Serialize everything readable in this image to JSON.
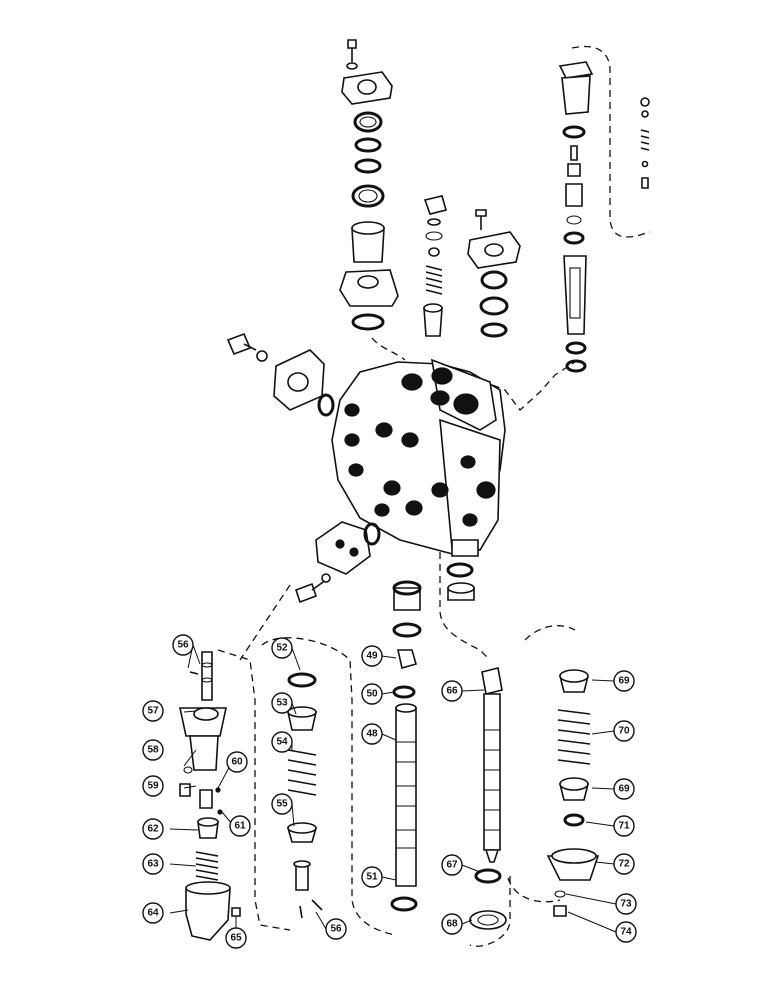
{
  "callouts": [
    {
      "id": "c48",
      "label": "48",
      "part": "main-spool"
    },
    {
      "id": "c49",
      "label": "49",
      "part": "spool-clevis"
    },
    {
      "id": "c50",
      "label": "50",
      "part": "o-ring"
    },
    {
      "id": "c51",
      "label": "51",
      "part": "o-ring"
    },
    {
      "id": "c52",
      "label": "52",
      "part": "spring-seat"
    },
    {
      "id": "c53",
      "label": "53",
      "part": "spring-seat"
    },
    {
      "id": "c54",
      "label": "54",
      "part": "spring"
    },
    {
      "id": "c55",
      "label": "55",
      "part": "spring-seat"
    },
    {
      "id": "c56a",
      "label": "56",
      "part": "pins"
    },
    {
      "id": "c56b",
      "label": "56",
      "part": "pins"
    },
    {
      "id": "c57",
      "label": "57",
      "part": "detent-housing"
    },
    {
      "id": "c58",
      "label": "58",
      "part": "washer"
    },
    {
      "id": "c59",
      "label": "59",
      "part": "screw"
    },
    {
      "id": "c60",
      "label": "60",
      "part": "detent-balls"
    },
    {
      "id": "c61",
      "label": "61",
      "part": "detent-balls"
    },
    {
      "id": "c62",
      "label": "62",
      "part": "cup"
    },
    {
      "id": "c63",
      "label": "63",
      "part": "spring"
    },
    {
      "id": "c64",
      "label": "64",
      "part": "cap"
    },
    {
      "id": "c65",
      "label": "65",
      "part": "pin"
    },
    {
      "id": "c66",
      "label": "66",
      "part": "spool"
    },
    {
      "id": "c67",
      "label": "67",
      "part": "o-ring"
    },
    {
      "id": "c68",
      "label": "68",
      "part": "wiper"
    },
    {
      "id": "c69a",
      "label": "69",
      "part": "spring-seat"
    },
    {
      "id": "c69b",
      "label": "69",
      "part": "spring-seat"
    },
    {
      "id": "c70",
      "label": "70",
      "part": "spring"
    },
    {
      "id": "c71",
      "label": "71",
      "part": "ring"
    },
    {
      "id": "c72",
      "label": "72",
      "part": "cap"
    },
    {
      "id": "c73",
      "label": "73",
      "part": "washer"
    },
    {
      "id": "c74",
      "label": "74",
      "part": "screw"
    }
  ]
}
